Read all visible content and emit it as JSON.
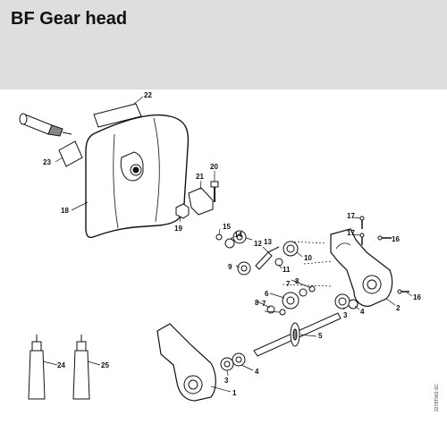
{
  "header": {
    "title": "BF Gear head"
  },
  "diagram": {
    "reference": "2278T063 SC",
    "labels": [
      "1",
      "2",
      "3",
      "4",
      "5",
      "6",
      "7",
      "8",
      "9",
      "10",
      "11",
      "12",
      "13",
      "14",
      "15",
      "16",
      "17",
      "18",
      "19",
      "20",
      "21",
      "22",
      "23",
      "24",
      "25"
    ]
  }
}
